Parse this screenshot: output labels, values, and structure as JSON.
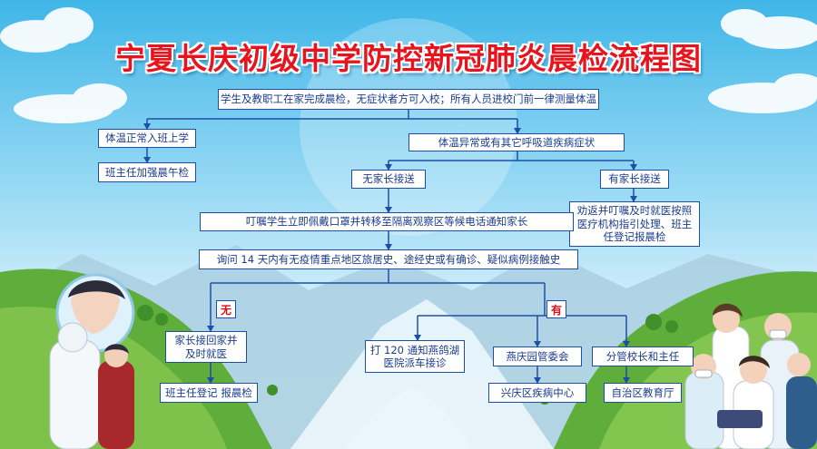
{
  "title": "宁夏长庆初级中学防控新冠肺炎晨检流程图",
  "colors": {
    "line": "#1e4fa8",
    "box_text": "#1a3c8c",
    "title": "#e8141d",
    "tag_text": "#d9121a"
  },
  "nodes": {
    "top": "学生及教职工在家完成晨检，无症状者方可入校；所有人员进校门前一律测量体温",
    "normal_temp": "体温正常入班上学",
    "teacher_check": "班主任加强晨午检",
    "abnormal_temp": "体温异常或有其它呼吸道疾病症状",
    "no_parent": "无家长接送",
    "has_parent": "有家长接送",
    "parent_advice": "劝返并叮嘱及时就医按照医疗机构指引处理、班主任登记报晨检",
    "isolate": "叮嘱学生立即佩戴口罩并转移至隔离观察区等候电话通知家长",
    "inquiry": "询问 14 天内有无疫情重点地区旅居史、途经史或有确诊、疑似病例接触史",
    "tag_no": "无",
    "tag_yes": "有",
    "go_home": "家长接回家并及时就医",
    "register": "班主任登记 报晨检",
    "call_120": "打 120 通知燕鸽湖医院派车接诊",
    "yanqing_committee": "燕庆园管委会",
    "xingqing_cdc": "兴庆区疾病中心",
    "principal": "分管校长和主任",
    "edu_dept": "自治区教育厅"
  }
}
